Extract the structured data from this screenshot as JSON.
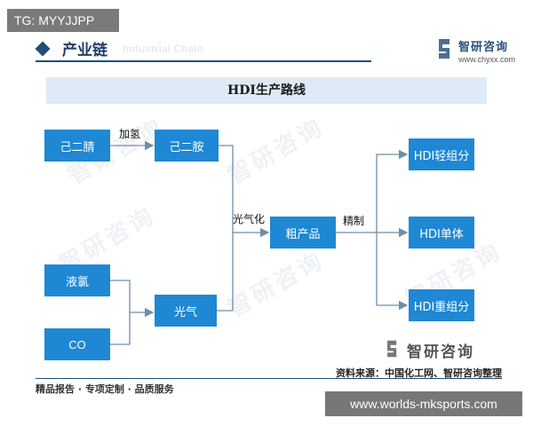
{
  "overlay": {
    "tag": "TG: MYYJJPP",
    "url": "www.worlds-mksports.com"
  },
  "header": {
    "section_title": "产业链",
    "watermark_en": "Industrial Chain",
    "logo_name": "智研咨询",
    "logo_url": "www.chyxx.com"
  },
  "diagram": {
    "title": "HDI生产路线",
    "nodes": {
      "adiponitrile": "己二腈",
      "hexamethylenediamine": "己二胺",
      "liquid_chlorine": "液氯",
      "co": "CO",
      "phosgene": "光气",
      "crude": "粗产品",
      "light_component": "HDI轻组分",
      "monomer": "HDI单体",
      "heavy_component": "HDI重组分"
    },
    "edges": {
      "hydrogenation": "加氢",
      "phosgenation": "光气化",
      "refining": "精制"
    }
  },
  "footer": {
    "left": "精品报告 · 专项定制 · 品质服务",
    "brand": "智研咨询",
    "source": "资料来源：中国化工网、智研咨询整理"
  },
  "colors": {
    "node": "#1e88d4",
    "line": "#6f8ea8",
    "banner": "#deebf6",
    "accent": "#1f4e79"
  }
}
